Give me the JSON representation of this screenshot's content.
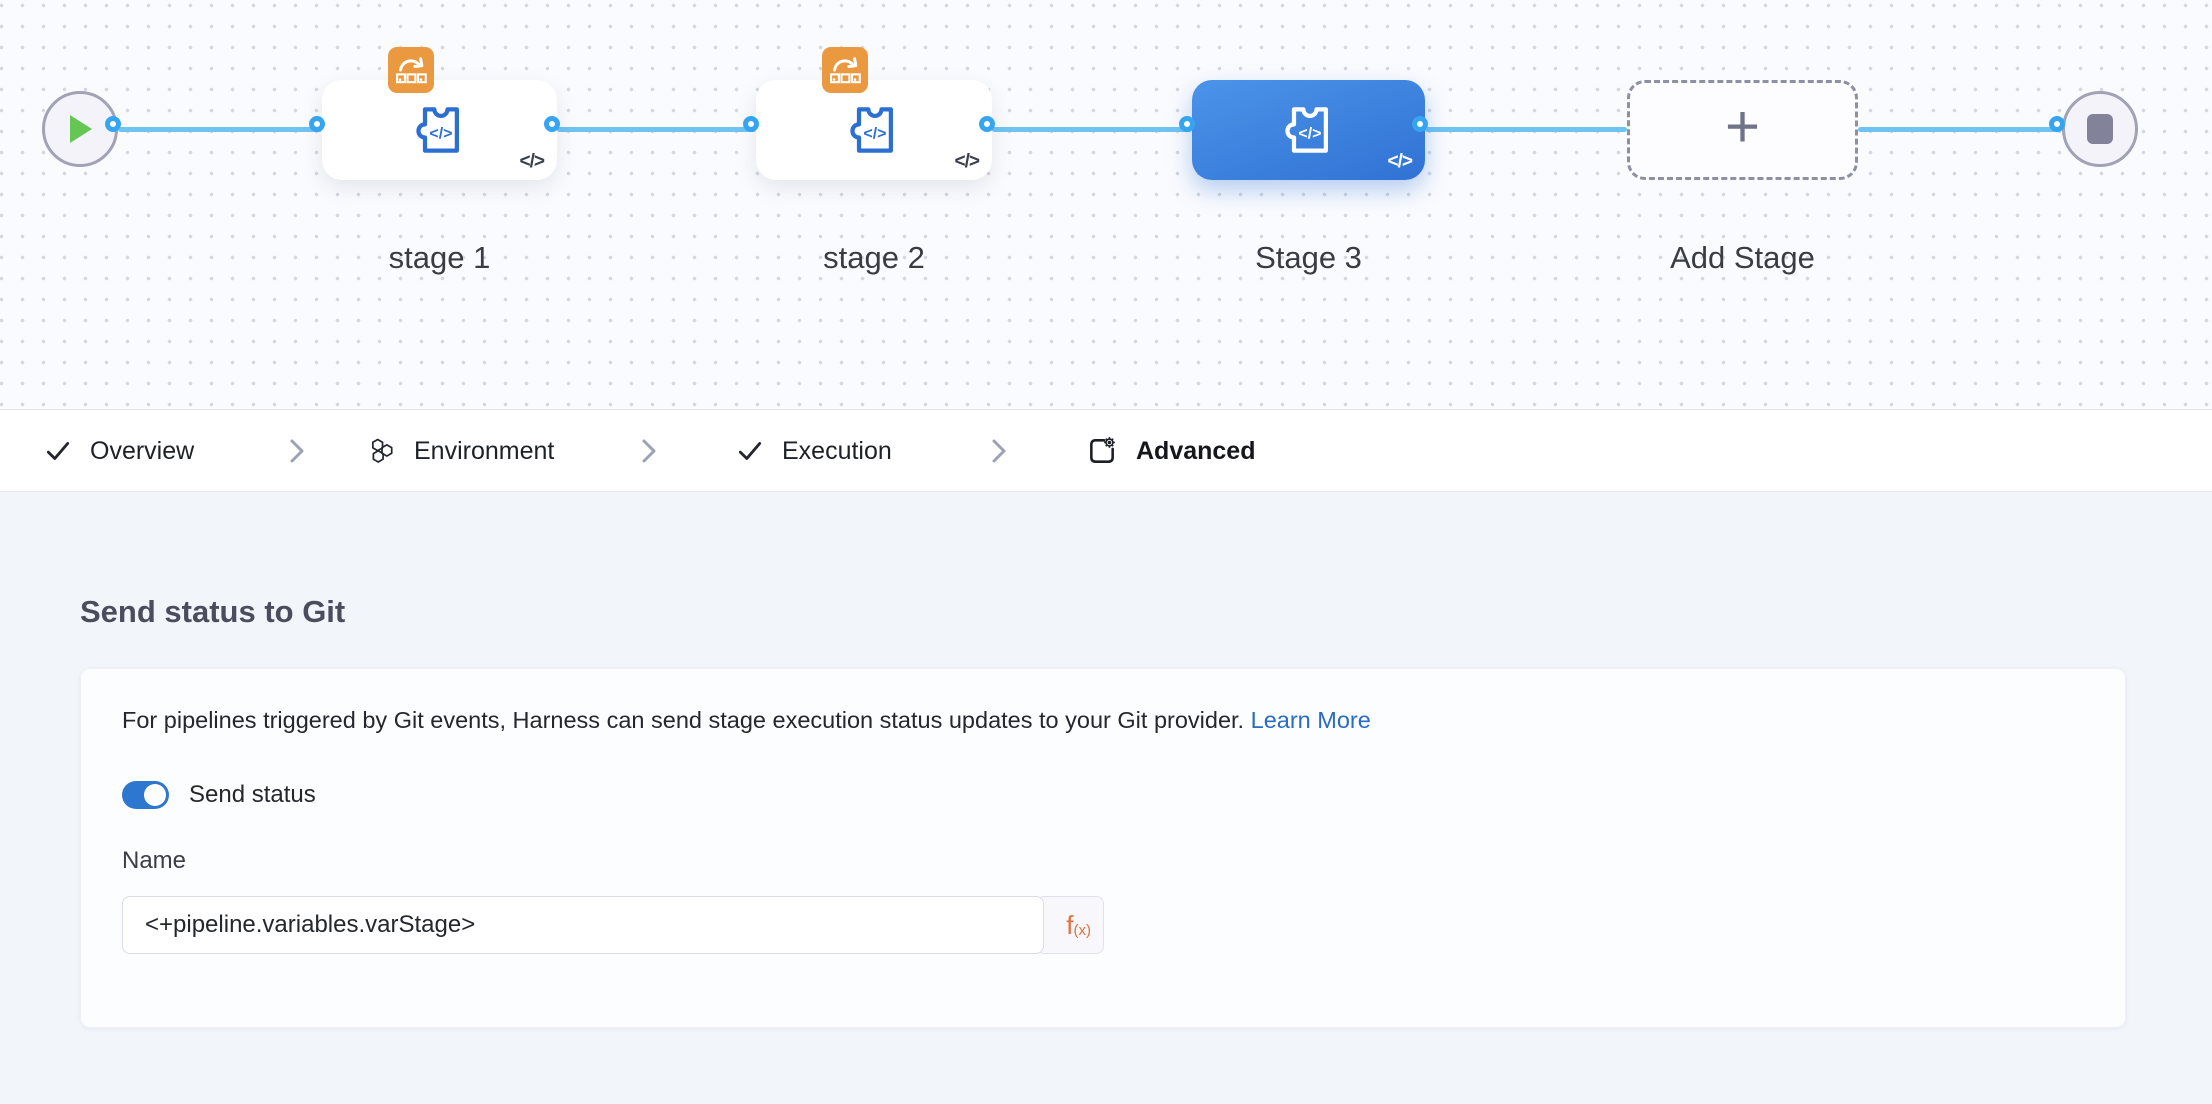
{
  "canvas": {
    "stages": [
      {
        "label": "stage 1",
        "selected": false,
        "has_badge": true
      },
      {
        "label": "stage 2",
        "selected": false,
        "has_badge": true
      },
      {
        "label": "Stage 3",
        "selected": true,
        "has_badge": false
      },
      {
        "label": "Add Stage",
        "type": "add-stage-placeholder"
      }
    ]
  },
  "icons": {
    "code": "</>",
    "plus": "+"
  },
  "tabs": {
    "items": [
      {
        "label": "Overview",
        "icon": "check-icon",
        "active": false
      },
      {
        "label": "Environment",
        "icon": "hexagons-icon",
        "active": false
      },
      {
        "label": "Execution",
        "icon": "check-icon",
        "active": false
      },
      {
        "label": "Advanced",
        "icon": "card-gear-icon",
        "active": true
      }
    ]
  },
  "panel": {
    "heading": "Send status to Git",
    "description": "For pipelines triggered by Git events, Harness can send stage execution status updates to your Git provider.",
    "learn_more_label": "Learn More",
    "toggle_label": "Send status",
    "toggle_on": true,
    "name_label": "Name",
    "name_value": "<+pipeline.variables.varStage>",
    "fx_label": "f",
    "fx_sub": "(x)"
  },
  "colors": {
    "accent_blue": "#3a7cd9",
    "link_blue": "#2a6cc2",
    "toggle_blue": "#2d77d1",
    "connector_blue": "#35a5f1",
    "line_blue": "#6ec4f0",
    "selected_stage_gradient_start": "#4b94e9",
    "selected_stage_gradient_end": "#3172d4",
    "badge_orange": "#eb9940",
    "fx_orange": "#e76f3c",
    "play_green": "#66c654"
  }
}
